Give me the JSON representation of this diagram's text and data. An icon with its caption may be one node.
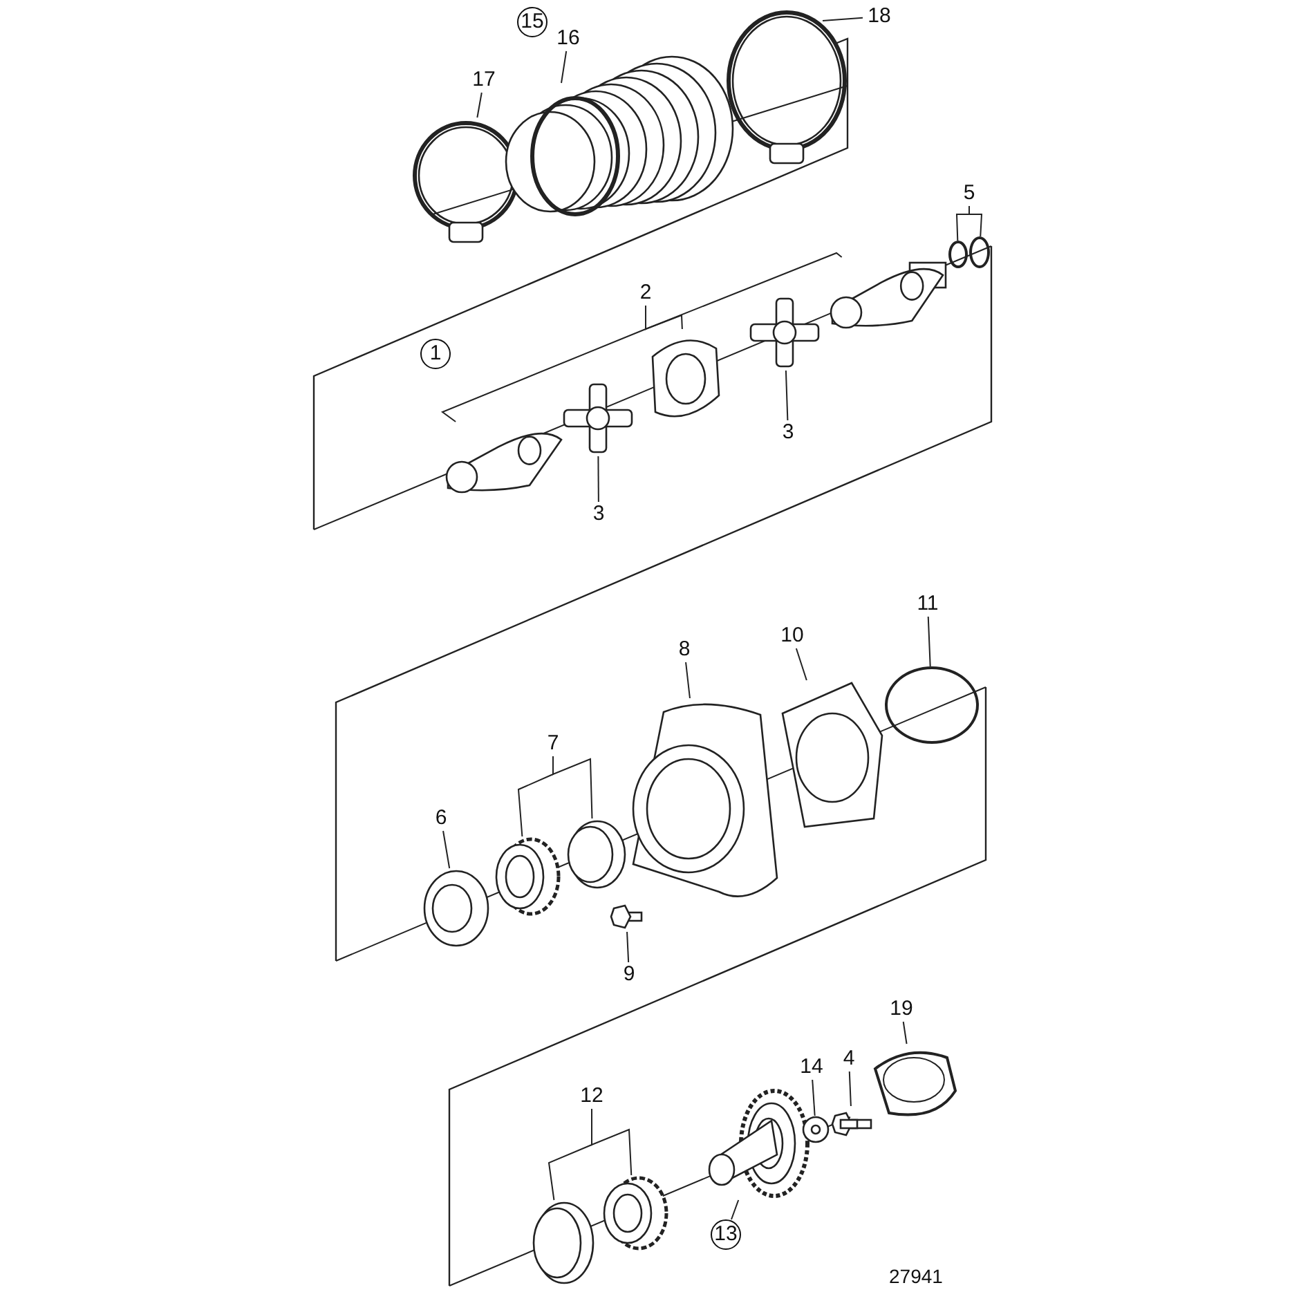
{
  "diagram": {
    "nodes": [
      {
        "text": [
          "15"
        ]
      },
      {
        "text": [
          "16"
        ]
      },
      {
        "text": [
          "17"
        ]
      },
      {
        "text": [
          "18"
        ]
      },
      {
        "text": [],
        "shape": "picture"
      },
      {
        "text": [],
        "shape": "picture"
      },
      {
        "text": [],
        "shape": "picture"
      },
      {
        "text": [
          "5"
        ]
      },
      {
        "text": [
          "2"
        ]
      },
      {
        "text": [
          "1"
        ]
      },
      {
        "text": [],
        "shape": "circle"
      },
      {
        "text": [],
        "shape": "circle"
      },
      {
        "text": [],
        "shape": "picture"
      },
      {
        "text": [],
        "shape": "picture"
      },
      {
        "text": [],
        "shape": "picture"
      },
      {
        "text": [],
        "shape": "picture"
      },
      {
        "text": [],
        "shape": "picture"
      },
      {
        "text": [
          "3"
        ]
      },
      {
        "text": [
          "3"
        ]
      },
      {
        "text": [
          "11"
        ]
      },
      {
        "text": [
          "10"
        ]
      },
      {
        "text": [
          "8"
        ]
      },
      {
        "text": [
          "7"
        ]
      },
      {
        "text": [
          "6"
        ]
      },
      {
        "text": [
          "9"
        ]
      },
      {
        "text": [],
        "shape": "picture"
      },
      {
        "text": [],
        "shape": "picture"
      },
      {
        "text": [],
        "shape": "picture"
      },
      {
        "text": [],
        "shape": "picture"
      },
      {
        "text": [],
        "shape": "picture"
      },
      {
        "text": [],
        "shape": "circle"
      },
      {
        "text": [],
        "shape": "picture"
      },
      {
        "text": [
          "19"
        ]
      },
      {
        "text": [
          "14"
        ]
      },
      {
        "text": [
          "4"
        ]
      },
      {
        "text": [
          "12"
        ]
      },
      {
        "text": [
          "13"
        ]
      },
      {
        "text": [],
        "shape": "picture"
      },
      {
        "text": [],
        "shape": "picture"
      },
      {
        "text": [],
        "shape": "picture"
      },
      {
        "text": [],
        "shape": "picture"
      },
      {
        "text": [],
        "shape": "picture"
      },
      {
        "text": [],
        "shape": "picture"
      }
    ],
    "edges": [
      {
        "from": 1,
        "to": 5,
        "arrow": "none"
      },
      {
        "from": 2,
        "to": 4,
        "arrow": "none"
      },
      {
        "from": 3,
        "to": 6,
        "arrow": "none"
      },
      {
        "from": 7,
        "to": 10,
        "arrow": "none"
      },
      {
        "from": 7,
        "to": 11,
        "arrow": "none"
      },
      {
        "from": 8,
        "to": 12,
        "arrow": "none"
      },
      {
        "from": 8,
        "to": 14,
        "arrow": "none"
      },
      {
        "from": 8,
        "to": 16,
        "arrow": "none"
      },
      {
        "from": 17,
        "to": 13,
        "arrow": "none"
      },
      {
        "from": 18,
        "to": 15,
        "arrow": "none"
      },
      {
        "from": 19,
        "to": 30,
        "arrow": "none"
      },
      {
        "from": 20,
        "to": 29,
        "arrow": "none"
      },
      {
        "from": 21,
        "to": 28,
        "arrow": "none"
      },
      {
        "from": 22,
        "to": 26,
        "arrow": "none"
      },
      {
        "from": 22,
        "to": 27,
        "arrow": "none"
      },
      {
        "from": 23,
        "to": 25,
        "arrow": "none"
      },
      {
        "from": 24,
        "to": 31,
        "arrow": "none"
      },
      {
        "from": 32,
        "to": 42,
        "arrow": "none"
      },
      {
        "from": 33,
        "to": 40,
        "arrow": "none"
      },
      {
        "from": 34,
        "to": 41,
        "arrow": "none"
      },
      {
        "from": 35,
        "to": 37,
        "arrow": "none"
      },
      {
        "from": 35,
        "to": 38,
        "arrow": "none"
      },
      {
        "from": 36,
        "to": 39,
        "arrow": "none"
      }
    ],
    "labels": [
      "27941"
    ]
  }
}
